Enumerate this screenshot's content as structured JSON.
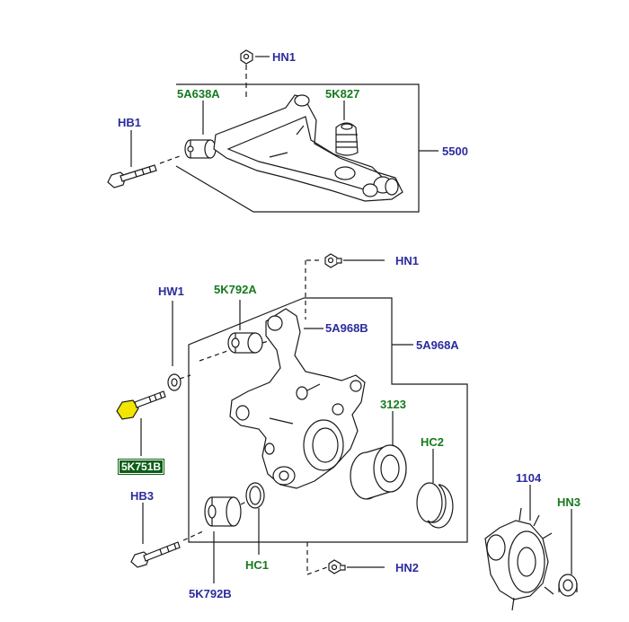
{
  "parts": {
    "hn1_top": {
      "code": "HN1",
      "color": "#2b2b9e"
    },
    "a5a638a": {
      "code": "5A638A",
      "color": "#157a1e"
    },
    "k5k827": {
      "code": "5K827",
      "color": "#157a1e"
    },
    "hb1": {
      "code": "HB1",
      "color": "#2b2b9e"
    },
    "p5500": {
      "code": "5500",
      "color": "#2b2b9e"
    },
    "hn1_mid": {
      "code": "HN1",
      "color": "#2b2b9e"
    },
    "hw1": {
      "code": "HW1",
      "color": "#2b2b9e"
    },
    "k5k792a": {
      "code": "5K792A",
      "color": "#157a1e"
    },
    "a5a968b": {
      "code": "5A968B",
      "color": "#2b2b9e"
    },
    "a5a968a": {
      "code": "5A968A",
      "color": "#2b2b9e"
    },
    "k5k751b": {
      "code": "5K751B",
      "color": "#157a1e",
      "highlighted": true
    },
    "p3123": {
      "code": "3123",
      "color": "#157a1e"
    },
    "hc2": {
      "code": "HC2",
      "color": "#157a1e"
    },
    "p1104": {
      "code": "1104",
      "color": "#2b2b9e"
    },
    "hb3": {
      "code": "HB3",
      "color": "#2b2b9e"
    },
    "hn3": {
      "code": "HN3",
      "color": "#157a1e"
    },
    "hc1": {
      "code": "HC1",
      "color": "#157a1e"
    },
    "hn2": {
      "code": "HN2",
      "color": "#2b2b9e"
    },
    "k5k792b": {
      "code": "5K792B",
      "color": "#2b2b9e"
    }
  },
  "colors": {
    "highlight_bolt": "#f2e600",
    "line": "#1a1a1a"
  }
}
